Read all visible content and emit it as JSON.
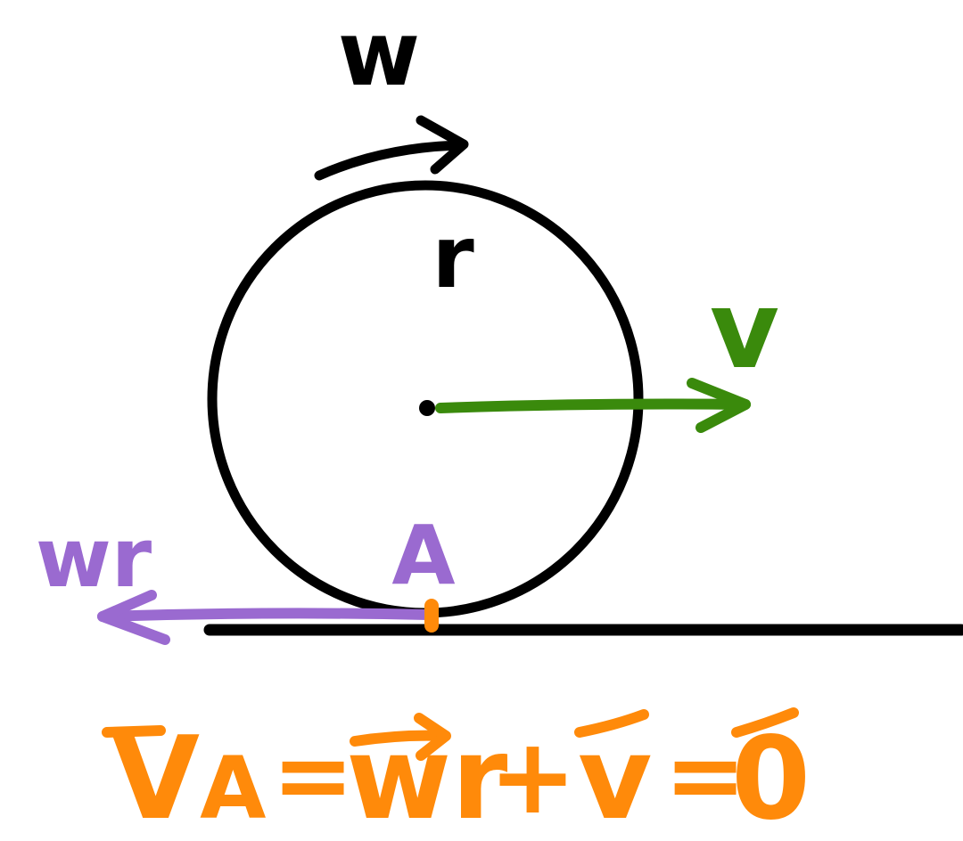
{
  "labels": {
    "omega": "w",
    "radius": "r",
    "velocity": "v",
    "point": "A",
    "wr": "wr"
  },
  "equation": {
    "lhs_v": "V",
    "lhs_sub": "A",
    "eq1": "=",
    "term1": "wr",
    "plus": "+",
    "term2": "v",
    "eq2": "=",
    "rhs": "0"
  },
  "colors": {
    "black": "#000000",
    "green": "#3a8a0c",
    "purple": "#9a6ad0",
    "orange": "#ff8a0a"
  }
}
